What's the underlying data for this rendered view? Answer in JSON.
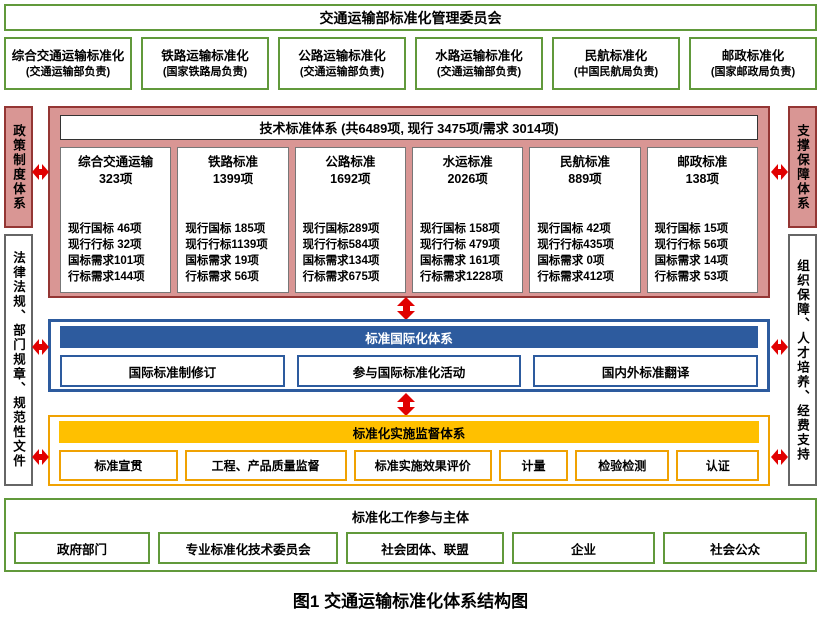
{
  "colors": {
    "green": "#61993b",
    "pink_bg": "#d99694",
    "pink_border": "#943634",
    "blue": "#2d5b9e",
    "orange_bar": "#ffc000",
    "orange_border": "#f0a202",
    "arrow_red": "#e10000"
  },
  "committee": {
    "title": "交通运输部标准化管理委员会"
  },
  "branches": [
    {
      "title": "综合交通运输标准化",
      "org": "(交通运输部负责)"
    },
    {
      "title": "铁路运输标准化",
      "org": "(国家铁路局负责)"
    },
    {
      "title": "公路运输标准化",
      "org": "(交通运输部负责)"
    },
    {
      "title": "水路运输标准化",
      "org": "(交通运输部负责)"
    },
    {
      "title": "民航标准化",
      "org": "(中国民航局负责)"
    },
    {
      "title": "邮政标准化",
      "org": "(国家邮政局负责)"
    }
  ],
  "left_sidebar": {
    "policy": "政策制度体系",
    "laws": "法律法规、部门规章、规范性文件"
  },
  "right_sidebar": {
    "support": "支撑保障体系",
    "resources": "组织保障、人才培养、经费支持"
  },
  "tech_system": {
    "title": "技术标准体系 (共6489项, 现行 3475项/需求 3014项)",
    "columns": [
      {
        "name": "综合交通运输",
        "total": "323项",
        "lines": [
          "现行国标 46项",
          "现行行标 32项",
          "国标需求101项",
          "行标需求144项"
        ]
      },
      {
        "name": "铁路标准",
        "total": "1399项",
        "lines": [
          "现行国标 185项",
          "现行行标1139项",
          "国标需求 19项",
          "行标需求 56项"
        ]
      },
      {
        "name": "公路标准",
        "total": "1692项",
        "lines": [
          "现行国标289项",
          "现行行标584项",
          "国标需求134项",
          "行标需求675项"
        ]
      },
      {
        "name": "水运标准",
        "total": "2026项",
        "lines": [
          "现行国标 158项",
          "现行行标 479项",
          "国标需求 161项",
          "行标需求1228项"
        ]
      },
      {
        "name": "民航标准",
        "total": "889项",
        "lines": [
          "现行国标 42项",
          "现行行标435项",
          "国标需求 0项",
          "行标需求412项"
        ]
      },
      {
        "name": "邮政标准",
        "total": "138项",
        "lines": [
          "现行国标 15项",
          "现行行标 56项",
          "国标需求 14项",
          "行标需求 53项"
        ]
      }
    ]
  },
  "intl_system": {
    "title": "标准国际化体系",
    "items": [
      "国际标准制修订",
      "参与国际标准化活动",
      "国内外标准翻译"
    ]
  },
  "supervision_system": {
    "title": "标准化实施监督体系",
    "items": [
      "标准宣贯",
      "工程、产品质量监督",
      "标准实施效果评价",
      "计量",
      "检验检测",
      "认证"
    ]
  },
  "participants": {
    "title": "标准化工作参与主体",
    "items": [
      "政府部门",
      "专业标准化技术委员会",
      "社会团体、联盟",
      "企业",
      "社会公众"
    ]
  },
  "caption": "图1  交通运输标准化体系结构图"
}
